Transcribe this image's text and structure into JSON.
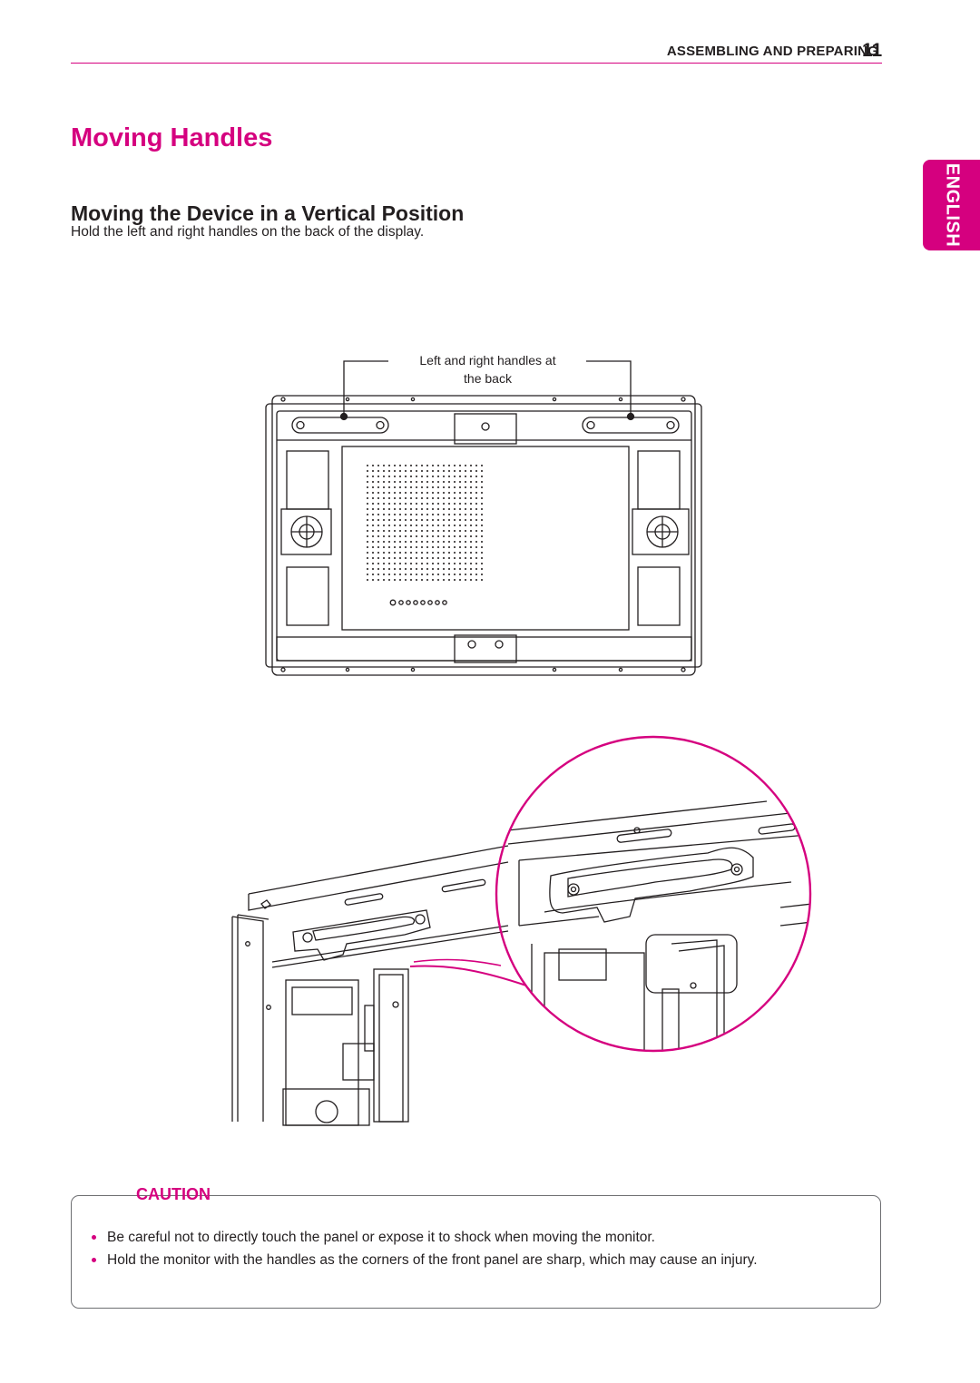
{
  "header": {
    "section": "ASSEMBLING AND PREPARING",
    "page_number": "11"
  },
  "language_tab": "ENGLISH",
  "title": "Moving Handles",
  "subtitle": "Moving the Device in a Vertical Position",
  "intro": "Hold the left and right handles on the back of the display.",
  "figure": {
    "callout_line1": "Left and right handles at",
    "callout_line2": "the back"
  },
  "caution": {
    "heading": "CAUTION",
    "items": [
      "Be careful not to directly touch the panel or expose it to shock when moving the monitor.",
      "Hold the monitor with the handles as the corners of the front panel are sharp, which may cause an injury."
    ]
  },
  "colors": {
    "accent": "#d5007f",
    "text": "#231f20",
    "box_border": "#6d6e71"
  }
}
